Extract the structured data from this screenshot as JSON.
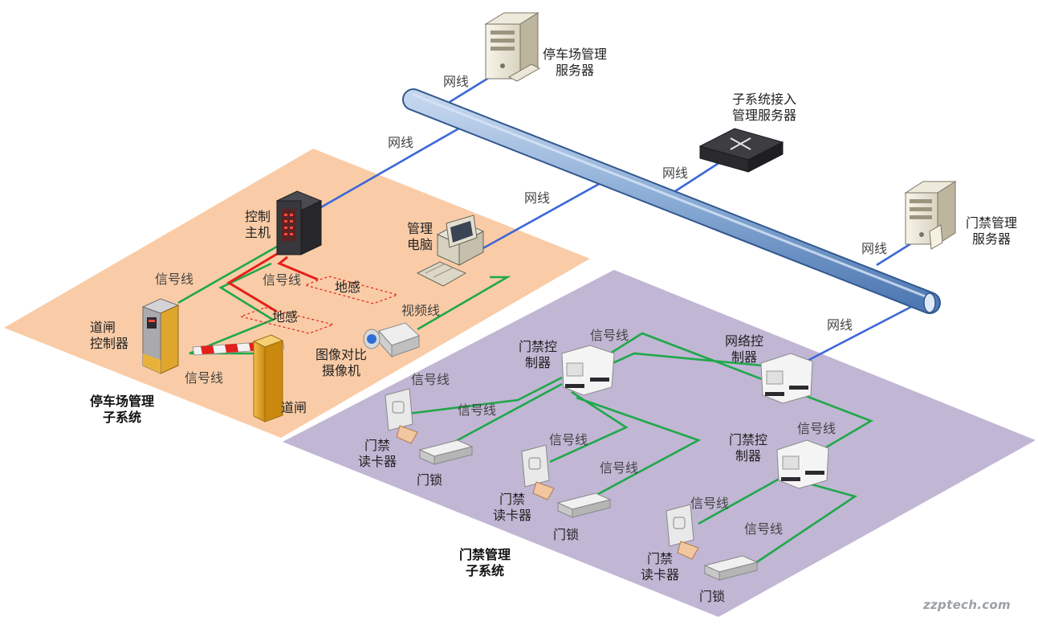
{
  "zones": {
    "parking": {
      "title_line1": "停车场管理",
      "title_line2": "子系统",
      "color": "#f9cca7"
    },
    "access": {
      "title_line1": "门禁管理",
      "title_line2": "子系统",
      "color": "#c1b6d4"
    }
  },
  "backbone": {
    "color": "#8fb0d8",
    "cable_color": "#3b67d8"
  },
  "servers": {
    "parking_server": {
      "line1": "停车场管理",
      "line2": "服务器"
    },
    "subsystem_server": {
      "line1": "子系统接入",
      "line2": "管理服务器"
    },
    "access_server": {
      "line1": "门禁管理",
      "line2": "服务器"
    }
  },
  "parking": {
    "control_host": {
      "line1": "控制",
      "line2": "主机"
    },
    "mgmt_pc": {
      "line1": "管理",
      "line2": "电脑"
    },
    "barrier_controller": {
      "line1": "道闸",
      "line2": "控制器"
    },
    "barrier": "道闸",
    "camera": {
      "line1": "图像对比",
      "line2": "摄像机"
    },
    "loop1": "地感",
    "loop2": "地感"
  },
  "access": {
    "network_controller": {
      "line1": "网络控",
      "line2": "制器"
    },
    "controller1": {
      "line1": "门禁控",
      "line2": "制器"
    },
    "controller2": {
      "line1": "门禁控",
      "line2": "制器"
    },
    "reader": {
      "line1": "门禁",
      "line2": "读卡器"
    },
    "lock": "门锁"
  },
  "cables": {
    "network": "网线",
    "signal": "信号线",
    "video": "视频线"
  },
  "colors": {
    "signal": "#1fa84a",
    "loop": "#e3201b",
    "network": "#3b67d8"
  },
  "watermark": "zzptech.com"
}
